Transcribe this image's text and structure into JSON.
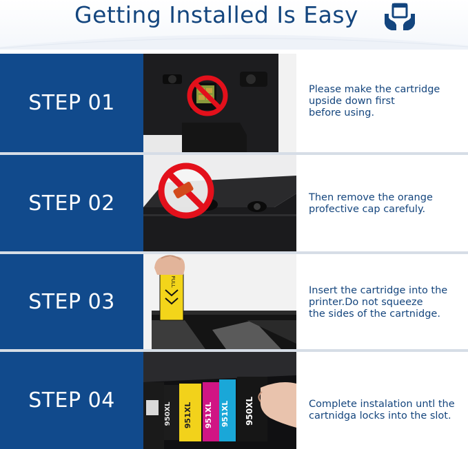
{
  "header": {
    "title": "Getting Installed Is Easy",
    "icon": "hands-holding-box-icon",
    "accent_color": "#13457e"
  },
  "steps": [
    {
      "label": "STEP 01",
      "text": "Please make the cartridge\nupside down first\nbefore using.",
      "image": "cartridge-chip-prohibited-photo"
    },
    {
      "label": "STEP 02",
      "text": "Then remove the orange\nprofective cap carefuly.",
      "image": "cartridge-cap-prohibited-photo"
    },
    {
      "label": "STEP 03",
      "text": "Insert the cartridge into the\nprinter.Do not squeeze\nthe sides of the cartnidge.",
      "image": "insert-cartridge-photo"
    },
    {
      "label": "STEP 04",
      "text": "Complete instalation untl the\ncartnidga locks into the slot.",
      "image": "cartridges-in-printer-photo"
    }
  ],
  "cartridge_labels": [
    "950XL",
    "951XL",
    "951XL",
    "951XL",
    "950XL"
  ],
  "tape_text": "PULL",
  "colors": {
    "panel": "#114a8c",
    "text": "#14457d",
    "prohibit_red": "#e3101b",
    "cyan": "#1aa7d8",
    "magenta": "#d01584",
    "yellow": "#f2d21b"
  }
}
